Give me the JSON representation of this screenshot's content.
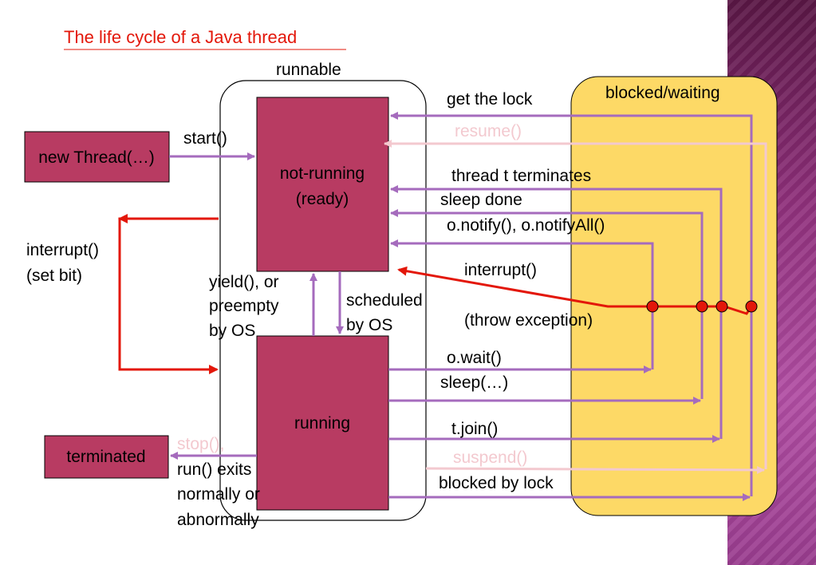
{
  "title": "The life cycle of a Java  thread",
  "states": {
    "runnable": "runnable",
    "blocked_waiting": "blocked/waiting",
    "new_thread": "new Thread(…)",
    "not_running_line1": "not-running",
    "not_running_line2": "(ready)",
    "running": "running",
    "terminated": "terminated"
  },
  "transitions": {
    "start": "start()",
    "interrupt_left_line1": "interrupt()",
    "interrupt_left_line2": "(set bit)",
    "yield_line1": "yield(), or",
    "yield_line2": "preempty",
    "yield_line3": " by OS",
    "scheduled_line1": "scheduled",
    "scheduled_line2": " by OS",
    "get_the_lock": "get the lock",
    "resume": "resume()",
    "thread_t_terminates": "thread t terminates",
    "sleep_done": "sleep done",
    "notify": "o.notify(), o.notifyAll()",
    "interrupt_right": "interrupt()",
    "throw_exception": "(throw exception)",
    "wait": "o.wait()",
    "sleep": "sleep(…)",
    "join": "t.join()",
    "suspend": "suspend()",
    "blocked_by_lock": "blocked by lock",
    "stop": "stop(),",
    "run_exits_line1": "run() exits",
    "run_exits_line2": "normally or",
    "run_exits_line3": "abnormally"
  },
  "colors": {
    "state_fill": "#b83b62",
    "blocked_fill": "#fdd966",
    "arrow_purple": "#a56bbd",
    "arrow_red": "#e3170a",
    "deprecated_text": "#f3c9cf",
    "accent_stripe": "#8e2f7a"
  }
}
